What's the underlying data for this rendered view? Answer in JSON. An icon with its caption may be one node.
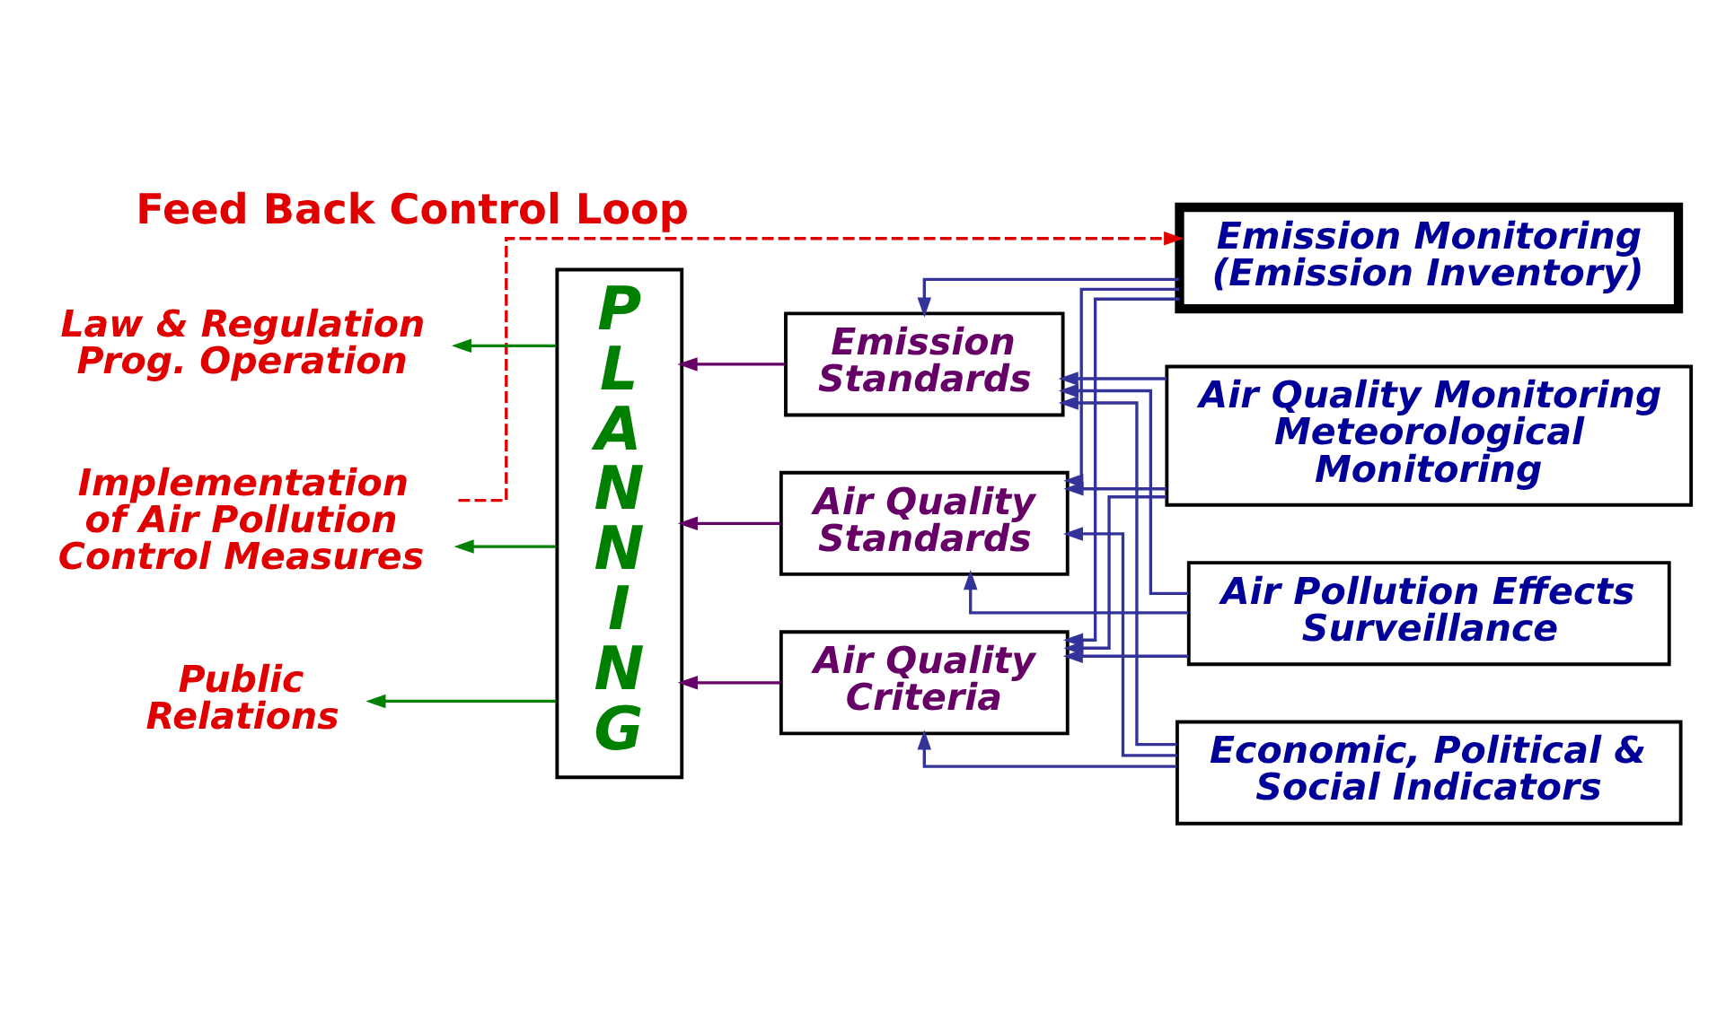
{
  "diagram": {
    "nodes": [
      {
        "text": [
          "Law & Regulation Prog. Operation"
        ]
      },
      {
        "text": [
          "Implementation of Air Pollution Control Measures"
        ]
      },
      {
        "text": [
          "Public Relations"
        ]
      },
      {
        "text": [
          "PLANNING"
        ]
      },
      {
        "text": [
          "Emission Standards"
        ]
      },
      {
        "text": [
          "Air Quality Standards"
        ]
      },
      {
        "text": [
          "Air Quality Criteria"
        ]
      },
      {
        "text": [
          "Emission Monitoring (Emission Inventory)"
        ]
      },
      {
        "text": [
          "Air Quality Monitoring Meteorological Monitoring"
        ]
      },
      {
        "text": [
          "Air Pollution Effects Surveillance"
        ]
      },
      {
        "text": [
          "Economic, Political & Social Indicators"
        ]
      }
    ],
    "edges": [
      {
        "from": 7,
        "to": 4,
        "arrow": "to"
      },
      {
        "from": 7,
        "to": 5,
        "arrow": "to"
      },
      {
        "from": 7,
        "to": 6,
        "arrow": "to"
      },
      {
        "from": 8,
        "to": 4,
        "arrow": "to"
      },
      {
        "from": 8,
        "to": 5,
        "arrow": "to"
      },
      {
        "from": 8,
        "to": 6,
        "arrow": "to"
      },
      {
        "from": 9,
        "to": 4,
        "arrow": "to"
      },
      {
        "from": 9,
        "to": 5,
        "arrow": "to"
      },
      {
        "from": 9,
        "to": 6,
        "arrow": "to"
      },
      {
        "from": 10,
        "to": 4,
        "arrow": "to"
      },
      {
        "from": 10,
        "to": 5,
        "arrow": "to"
      },
      {
        "from": 10,
        "to": 6,
        "arrow": "to"
      },
      {
        "from": 4,
        "to": 3,
        "arrow": "to",
        "color": "#660066"
      },
      {
        "from": 5,
        "to": 3,
        "arrow": "to",
        "color": "#660066"
      },
      {
        "from": 6,
        "to": 3,
        "arrow": "to",
        "color": "#660066"
      },
      {
        "from": 3,
        "to": 0,
        "arrow": "to",
        "color": "#008000"
      },
      {
        "from": 3,
        "to": 1,
        "arrow": "to",
        "color": "#008000"
      },
      {
        "from": 3,
        "to": 2,
        "arrow": "to",
        "color": "#008000"
      },
      {
        "from": 1,
        "to": 7,
        "arrow": "to",
        "label": "Feed Back Control Loop",
        "style": "dashed",
        "color": "#e00000"
      }
    ]
  }
}
